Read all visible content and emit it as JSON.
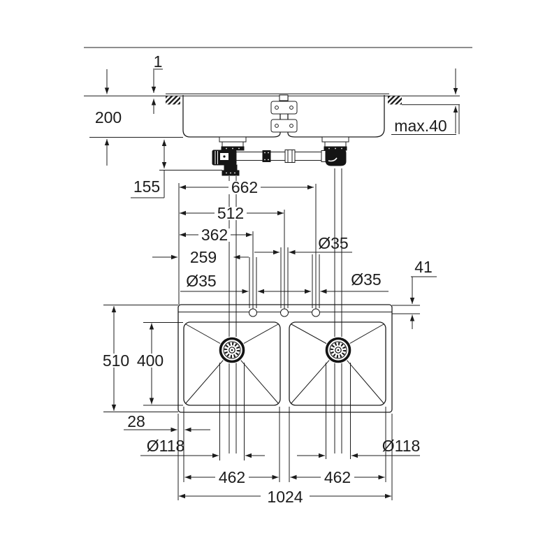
{
  "title": "sink-installation-dimension-drawing",
  "side_view": {
    "rim_above_counter": "1",
    "bowl_depth": "200",
    "trap_drop": "155",
    "counter_thickness_max": "max.40"
  },
  "tap_holes": {
    "edge_to_hole_right": "662",
    "edge_to_hole_middle": "512",
    "edge_to_hole_left": "362",
    "edge_to_drain_center": "259",
    "hole_dia_left": "Ø35",
    "hole_dia_middle": "Ø35",
    "hole_dia_right": "Ø35",
    "edge_to_hole_axis": "41"
  },
  "plan_view": {
    "overall_depth": "510",
    "bowl_depth": "400",
    "edge_to_bowl": "28",
    "drain_dia_left": "Ø118",
    "drain_dia_right": "Ø118",
    "bowl_width_left": "462",
    "bowl_width_right": "462",
    "overall_width": "1024"
  }
}
